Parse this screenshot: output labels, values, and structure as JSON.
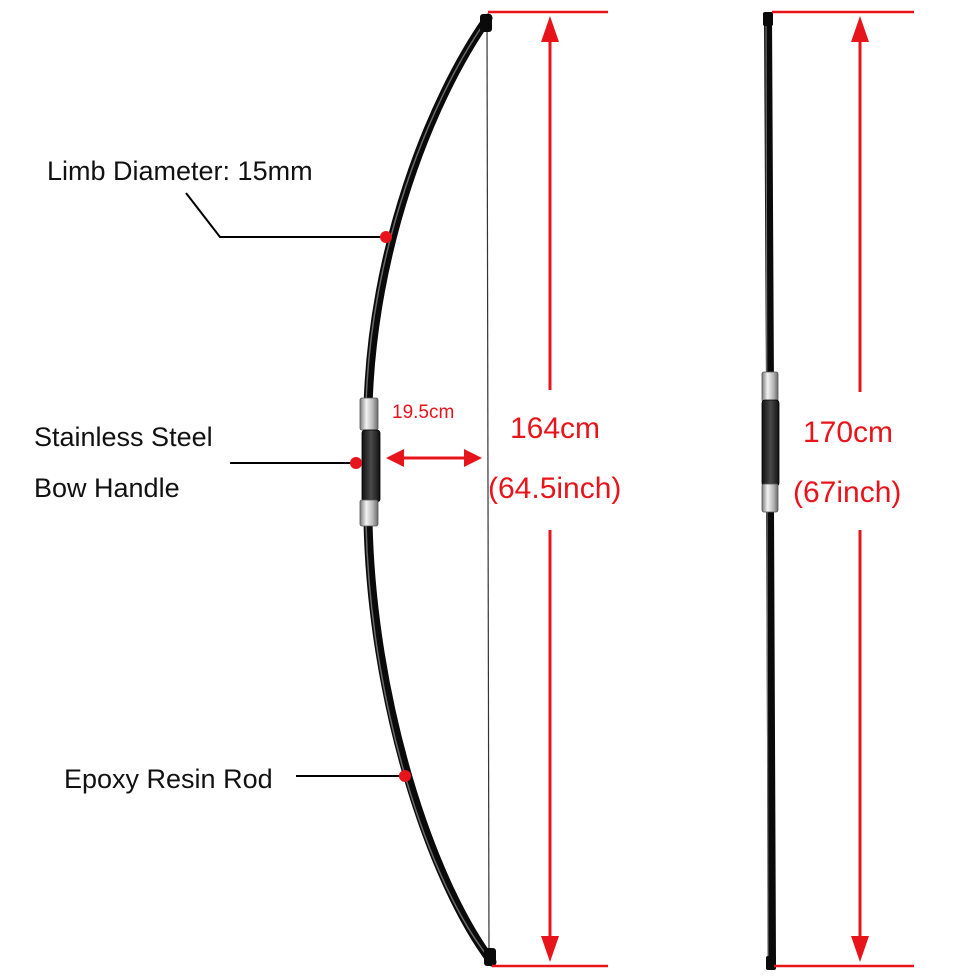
{
  "labels": {
    "limb": "Limb Diameter: 15mm",
    "handle_line1": "Stainless Steel",
    "handle_line2": "Bow Handle",
    "rod": "Epoxy Resin Rod",
    "brace_height": "19.5cm",
    "strung_cm": "164cm",
    "strung_inch": "(64.5inch)",
    "unstrung_cm": "170cm",
    "unstrung_inch": "(67inch)"
  },
  "colors": {
    "accent": "#e8141b",
    "bow": "#0a0a0a",
    "steel": "#c7c7c7",
    "grip": "#2a2a2a",
    "text": "#111111"
  }
}
